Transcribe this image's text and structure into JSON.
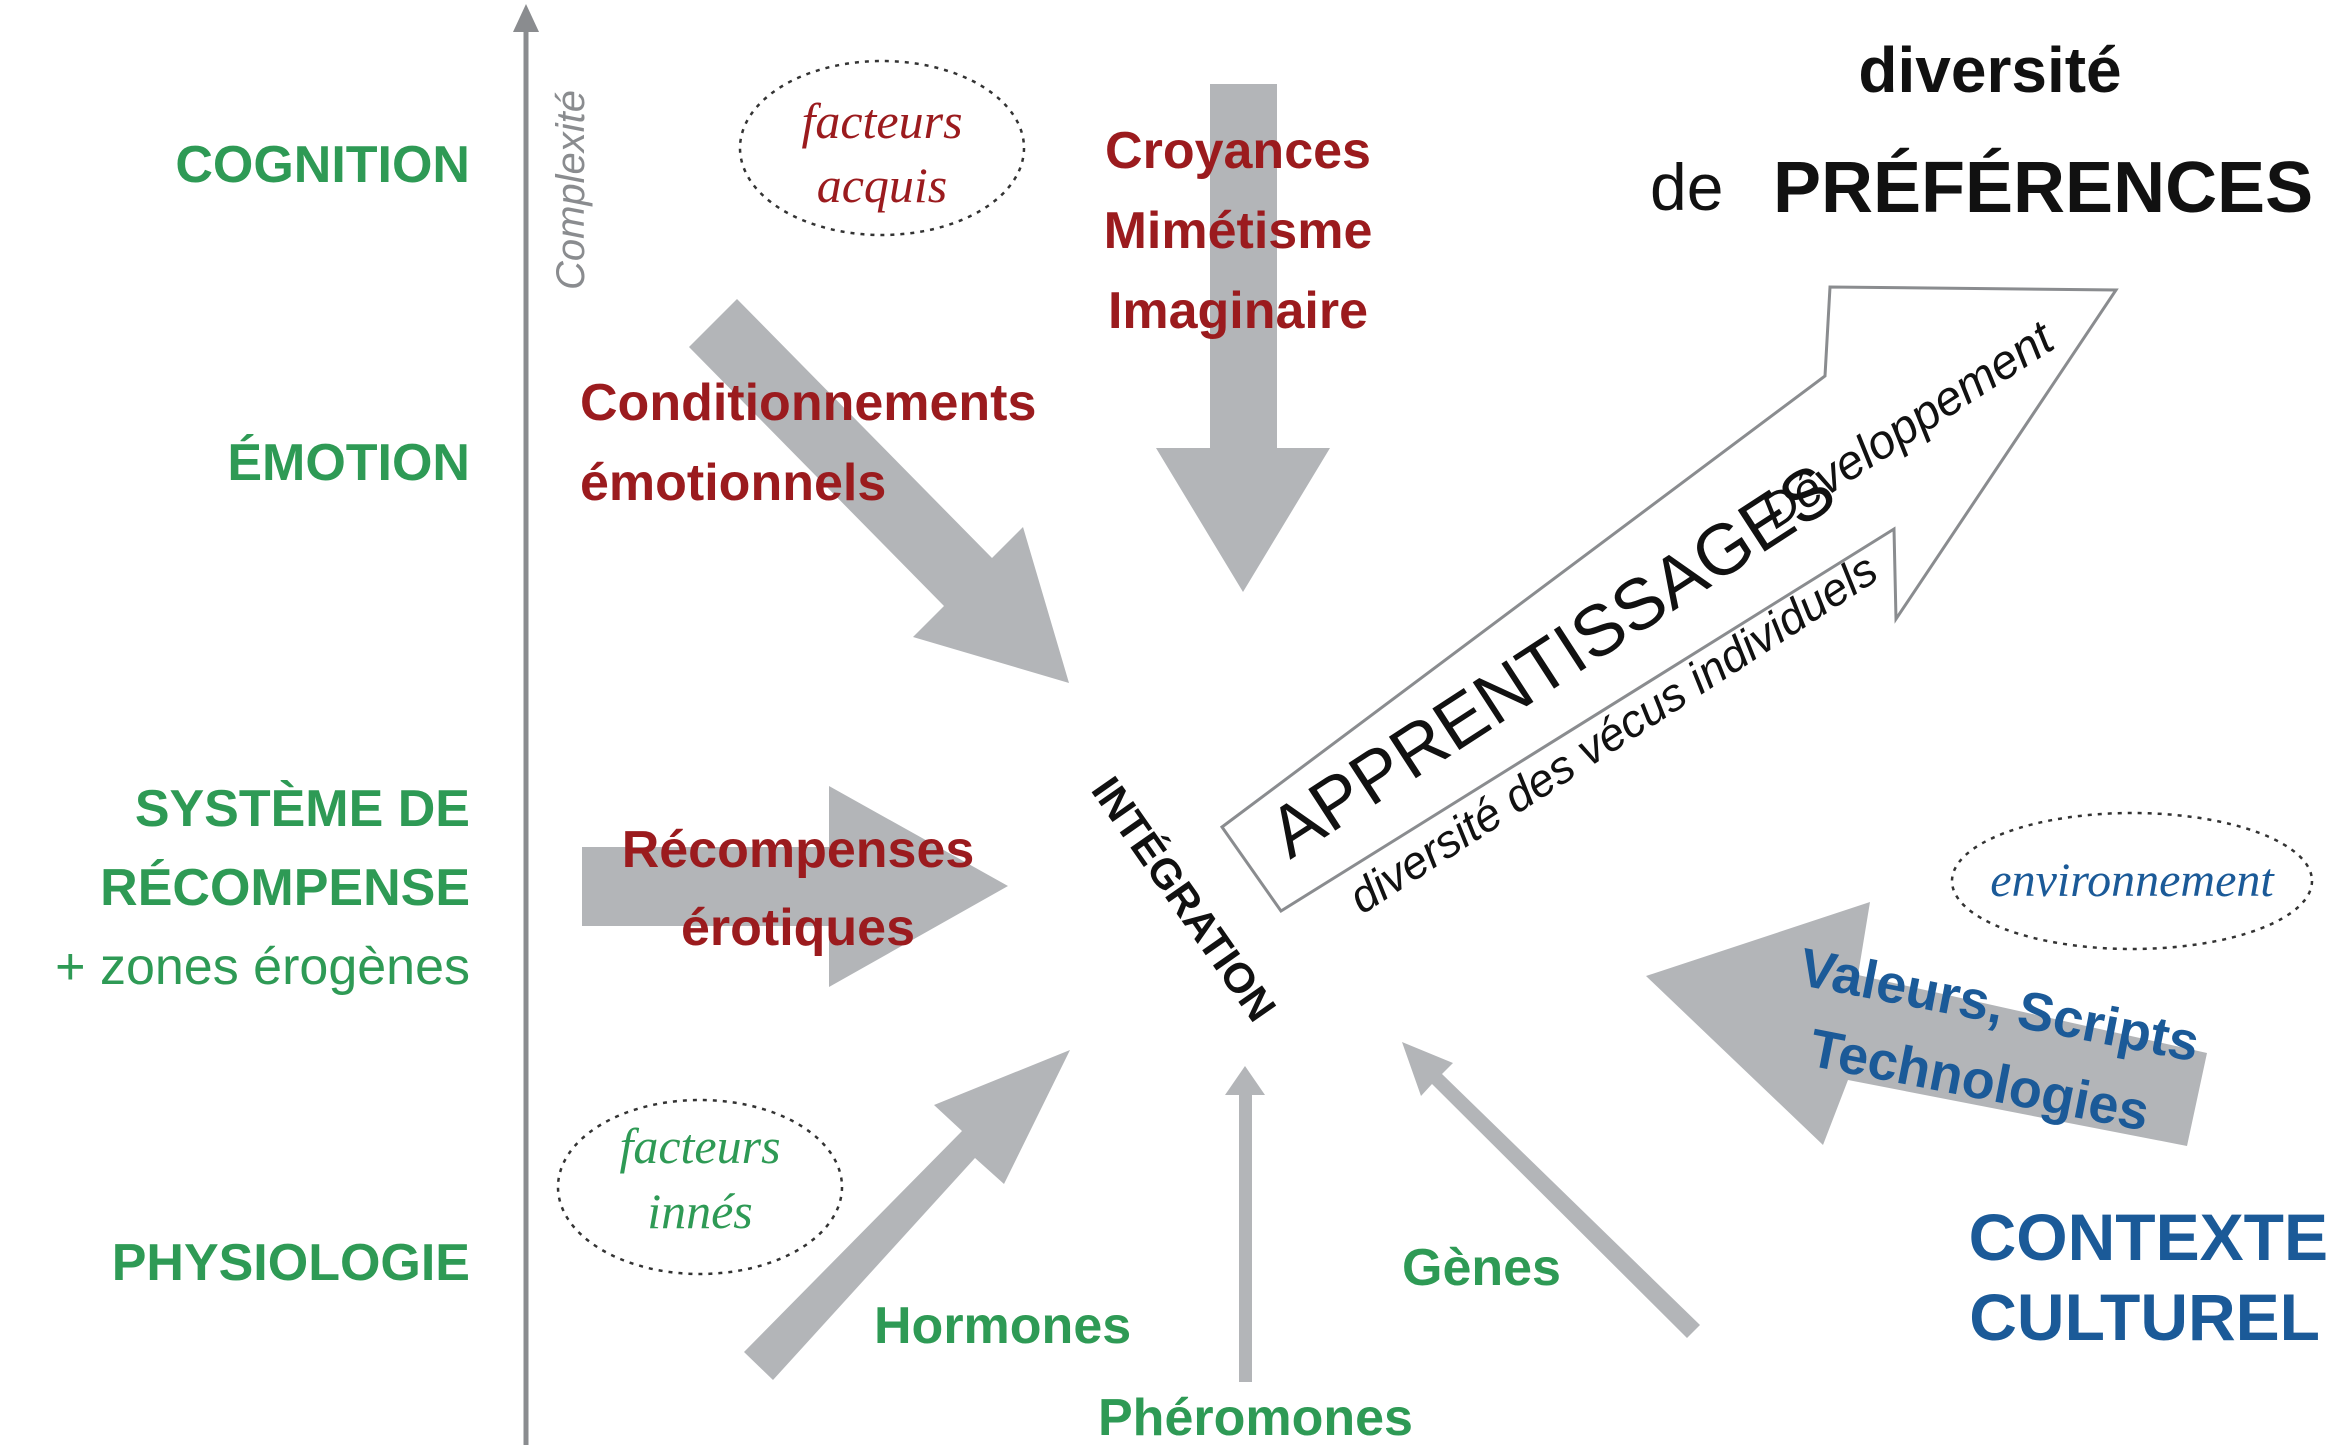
{
  "levels": {
    "cognition": "COGNITION",
    "emotion": "ÉMOTION",
    "reward_line1": "SYSTÈME DE",
    "reward_line2": "RÉCOMPENSE",
    "reward_line3": "+ zones érogènes",
    "physiology": "PHYSIOLOGIE"
  },
  "axis_label": "Complexité",
  "acquired_factors": {
    "line1": "facteurs",
    "line2": "acquis"
  },
  "innate_factors": {
    "line1": "facteurs",
    "line2": "innés"
  },
  "environment_label": "environnement",
  "influences": {
    "beliefs": [
      "Croyances",
      "Mimétisme",
      "Imaginaire"
    ],
    "conditioning": [
      "Conditionnements",
      "émotionnels"
    ],
    "rewards": [
      "Récompenses",
      "érotiques"
    ],
    "hormones": "Hormones",
    "pheromones": "Phéromones",
    "genes": "Gènes",
    "values": [
      "Valeurs, Scripts",
      "Technologies"
    ]
  },
  "integration": "INTÉGRATION",
  "learning": {
    "title": "APPRENTISSAGES",
    "development": "Développement",
    "diversity_lived": "diversité des vécus individuels"
  },
  "outcome": {
    "line1": "diversité",
    "line2_prefix": "de",
    "line2_main": "PRÉFÉRENCES"
  },
  "culture": {
    "line1": "CONTEXTE",
    "line2": "CULTUREL"
  },
  "colors": {
    "green": "#2e9a55",
    "red": "#9b1b1e",
    "blue": "#1b5a98",
    "arrow_grey": "#b3b5b8",
    "axis_grey": "#8a8c8f"
  }
}
